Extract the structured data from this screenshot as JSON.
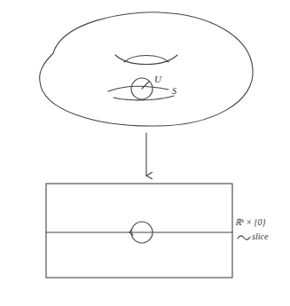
{
  "diagram": {
    "labels": [
      "U",
      "S",
      "ℝᵏ × {0}",
      "slice"
    ]
  }
}
